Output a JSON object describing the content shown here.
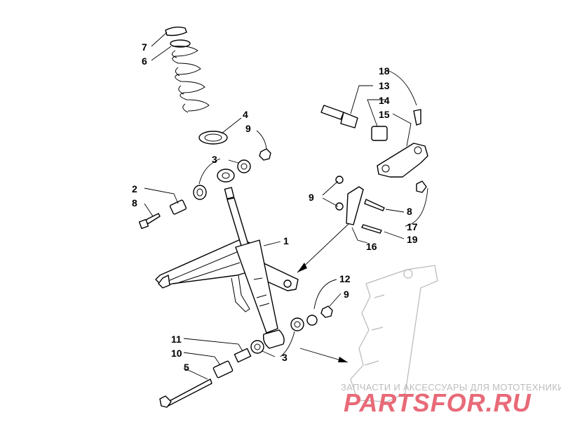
{
  "diagram": {
    "callouts": {
      "c1": "1",
      "c2": "2",
      "c3a": "3",
      "c3b": "3",
      "c4": "4",
      "c5": "5",
      "c6": "6",
      "c7": "7",
      "c8a": "8",
      "c8b": "8",
      "c9a": "9",
      "c9b": "9",
      "c9c": "9",
      "c10": "10",
      "c11": "11",
      "c12": "12",
      "c13": "13",
      "c14": "14",
      "c15": "15",
      "c16": "16",
      "c17": "17",
      "c18": "18",
      "c19": "19"
    }
  },
  "watermark": {
    "caption": "ЗАПЧАСТИ И АКСЕССУАРЫ ДЛЯ МОТОТЕХНИКИ",
    "logo": "PARTSFOR.RU"
  }
}
